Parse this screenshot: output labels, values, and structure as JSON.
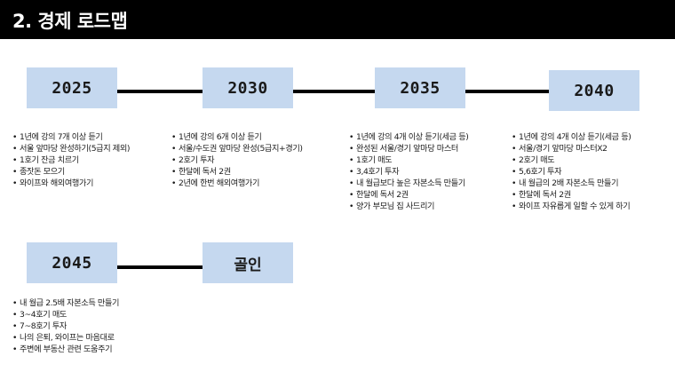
{
  "header": {
    "title": "2. 경제 로드맵"
  },
  "roadmap": {
    "row1": [
      {
        "year": "2025",
        "items": [
          "1년에 강의 7개 이상 듣기",
          "서울 앞마당 완성하기(5급지 제외)",
          "1호기 잔금 치르기",
          "종잣돈 모으기",
          "와이프와 해외여행가기"
        ]
      },
      {
        "year": "2030",
        "items": [
          "1년에 강의 6개 이상 듣기",
          "서울/수도권 앞마당 완성(5급지+경기)",
          "2호기 투자",
          "한달에 독서 2권",
          "2년에 한번 해외여행가기"
        ]
      },
      {
        "year": "2035",
        "items": [
          "1년에 강의 4개 이상 듣기(세금 등)",
          "완성된 서울/경기 앞마당 마스터",
          "1호기 매도",
          "3,4호기 투자",
          "내 월급보다 높은 자본소득 만들기",
          "한달에 독서 2권",
          "양가 부모님 집 사드리기"
        ]
      },
      {
        "year": "2040",
        "items": [
          "1년에 강의 4개 이상 듣기(세금 등)",
          "서울/경기 앞마당 마스터X2",
          "2호기 매도",
          "5,6호기 투자",
          "내 월급의 2배 자본소득 만들기",
          "한달에 독서 2권",
          "와이프 자유롭게 일할 수 있게 하기"
        ]
      }
    ],
    "row2": [
      {
        "year": "2045",
        "items": [
          "내 월급 2.5배 자본소득 만들기",
          "3~4호기 매도",
          "7~8호기 투자",
          "나의 은퇴, 와이프는 마음대로",
          "주변에 부동산 관련 도움주기"
        ]
      },
      {
        "year": "골인",
        "items": []
      }
    ]
  },
  "colors": {
    "header_bg": "#000000",
    "box_fill": "#c5d8ef",
    "connector": "#000000"
  }
}
